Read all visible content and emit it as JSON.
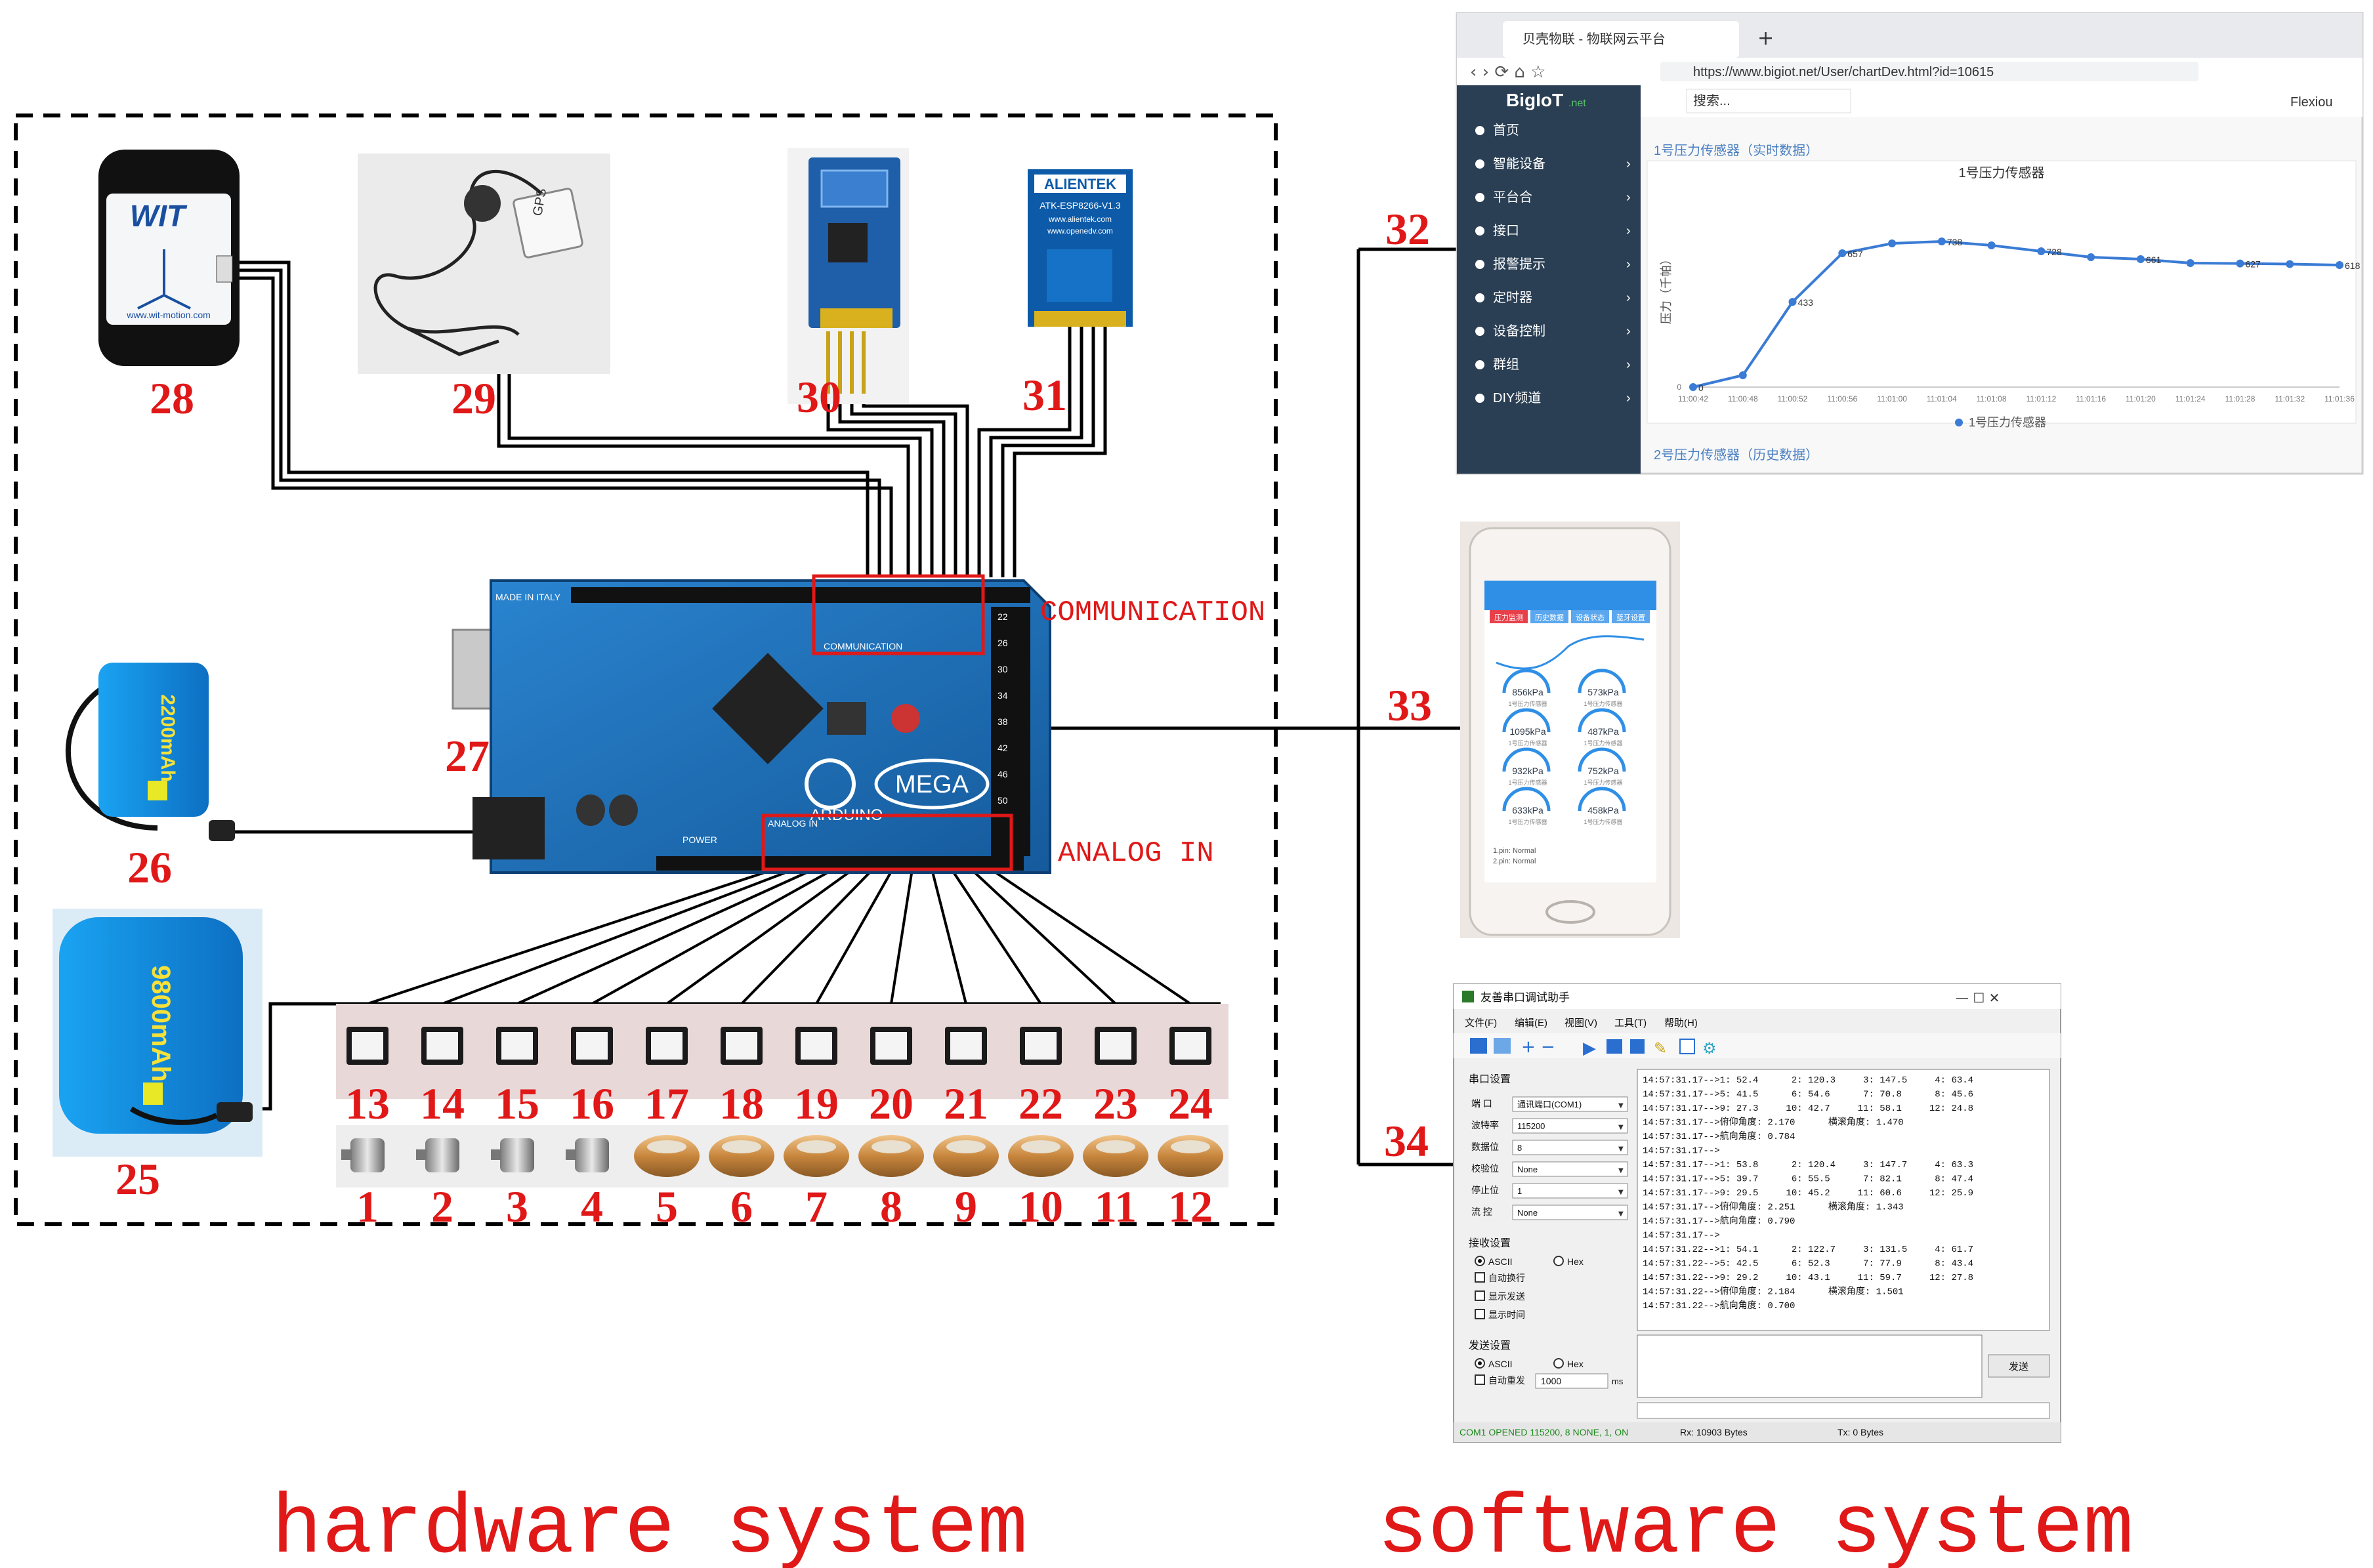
{
  "section_labels": {
    "hardware": "hardware system",
    "software": "software system",
    "communication": "COMMUNICATION",
    "analog_in": "ANALOG IN"
  },
  "component_numbers": {
    "imu": "28",
    "gps": "29",
    "bluetooth": "30",
    "wifi": "31",
    "arduino": "27",
    "battery_small": "26",
    "battery_large": "25",
    "web": "32",
    "phone": "33",
    "serial": "34"
  },
  "sensor_top_numbers": [
    "13",
    "14",
    "15",
    "16",
    "17",
    "18",
    "19",
    "20",
    "21",
    "22",
    "23",
    "24"
  ],
  "sensor_bottom_numbers": [
    "1",
    "2",
    "3",
    "4",
    "5",
    "6",
    "7",
    "8",
    "9",
    "10",
    "11",
    "12"
  ],
  "board_text": {
    "made_in": "MADE IN ITALY",
    "brand": "ARDUINO",
    "model": "MEGA",
    "communication": "COMMUNICATION",
    "power": "POWER",
    "analog": "ANALOG IN"
  },
  "imu_text": {
    "brand": "WIT",
    "site": "www.wit-motion.com"
  },
  "wifi_text": {
    "brand": "ALIENTEK",
    "model": "ATK-ESP8266-V1.3",
    "site1": "www.alientek.com",
    "site2": "www.openedv.com"
  },
  "battery_small_text": "2200mAh",
  "battery_large_text": "9800mAh",
  "gps_text": "GPS",
  "web": {
    "tab_title": "贝壳物联 - 物联网云平台",
    "url": "https://www.bigiot.net/User/chartDev.html?id=10615",
    "logo": "BigIoT",
    "logo_suffix": ".net",
    "user": "Flexiou",
    "search_placeholder": "搜索...",
    "menu": [
      "首页",
      "智能设备",
      "平台合",
      "接口",
      "报警提示",
      "定时器",
      "设备控制",
      "群组",
      "DIY频道"
    ],
    "panel_title": "1号压力传感器（实时数据）",
    "chart_title": "1号压力传感器",
    "y_axis_label": "压力（千帕）",
    "legend": "1号压力传感器",
    "footer_title": "2号压力传感器（历史数据）",
    "chart_data": {
      "type": "line",
      "x": [
        "11:00:42",
        "11:00:48",
        "11:00:52",
        "11:00:56",
        "11:01:00",
        "11:01:04",
        "11:01:08",
        "11:01:12",
        "11:01:16",
        "11:01:20",
        "11:01:24",
        "11:01:28",
        "11:01:32",
        "11:01:36"
      ],
      "values": [
        0,
        60,
        433,
        680,
        730,
        740,
        720,
        690,
        660,
        650,
        630,
        628,
        625,
        620
      ],
      "data_labels": [
        "0",
        "",
        "433",
        "657",
        "",
        "738",
        "",
        "728",
        "",
        "661",
        "",
        "627",
        "",
        "618"
      ],
      "ylim": [
        0,
        1000
      ]
    }
  },
  "phone": {
    "tabs": [
      "压力监测",
      "历史数据",
      "设备状态",
      "蓝牙设置"
    ],
    "gauges": [
      "856kPa",
      "573kPa",
      "1095kPa",
      "487kPa",
      "932kPa",
      "752kPa",
      "633kPa",
      "458kPa"
    ],
    "gauge_sub": "1号压力传感器",
    "footer": [
      "1.pin: Normal",
      "2.pin: Normal"
    ]
  },
  "serial": {
    "title": "友善串口调试助手",
    "menu": [
      "文件(F)",
      "编辑(E)",
      "视图(V)",
      "工具(T)",
      "帮助(H)"
    ],
    "section_port": "串口设置",
    "rows": [
      {
        "label": "端 口",
        "value": "通讯端口(COM1)"
      },
      {
        "label": "波特率",
        "value": "115200"
      },
      {
        "label": "数据位",
        "value": "8"
      },
      {
        "label": "校验位",
        "value": "None"
      },
      {
        "label": "停止位",
        "value": "1"
      },
      {
        "label": "流 控",
        "value": "None"
      }
    ],
    "section_recv": "接收设置",
    "recv_ascii": "ASCII",
    "recv_hex": "Hex",
    "recv_opts": [
      "自动换行",
      "显示发送",
      "显示时间"
    ],
    "section_send": "发送设置",
    "send_ascii": "ASCII",
    "send_hex": "Hex",
    "auto_resend": "自动重发",
    "interval": "1000",
    "interval_unit": "ms",
    "send_btn": "发送",
    "log": [
      "14:57:31.17-->1: 52.4      2: 120.3     3: 147.5     4: 63.4",
      "14:57:31.17-->5: 41.5      6: 54.6      7: 70.8      8: 45.6",
      "14:57:31.17-->9: 27.3     10: 42.7     11: 58.1     12: 24.8",
      "14:57:31.17-->俯仰角度: 2.170      横滚角度: 1.470",
      "14:57:31.17-->航向角度: 0.784",
      "14:57:31.17-->",
      "14:57:31.17-->1: 53.8      2: 120.4     3: 147.7     4: 63.3",
      "14:57:31.17-->5: 39.7      6: 55.5      7: 82.1      8: 47.4",
      "14:57:31.17-->9: 29.5     10: 45.2     11: 60.6     12: 25.9",
      "14:57:31.17-->俯仰角度: 2.251      横滚角度: 1.343",
      "14:57:31.17-->航向角度: 0.790",
      "14:57:31.17-->",
      "14:57:31.22-->1: 54.1      2: 122.7     3: 131.5     4: 61.7",
      "14:57:31.22-->5: 42.5      6: 52.3      7: 77.9      8: 43.4",
      "14:57:31.22-->9: 29.2     10: 43.1     11: 59.7     12: 27.8",
      "14:57:31.22-->俯仰角度: 2.184      横滚角度: 1.501",
      "14:57:31.22-->航向角度: 0.700"
    ],
    "status_opened": "COM1 OPENED 115200, 8 NONE, 1, ON",
    "status_rx": "Rx: 10903 Bytes",
    "status_tx": "Tx: 0 Bytes"
  },
  "colors": {
    "label_red": "#e01818",
    "board_blue": "#1e6fb8",
    "web_sidebar": "#2a3f54",
    "phone_blue": "#2f8fe6",
    "battery_blue": "#1e90e8",
    "chart_line": "#3a7bd5"
  }
}
